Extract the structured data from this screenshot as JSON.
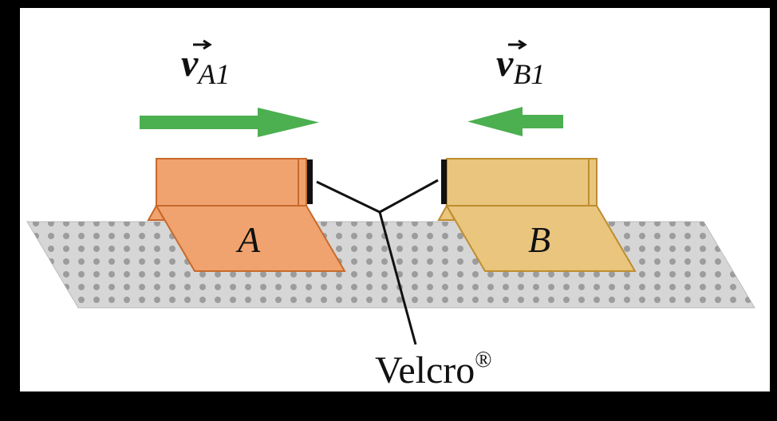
{
  "vectors": {
    "a": {
      "symbol": "v",
      "subscript": "A1"
    },
    "b": {
      "symbol": "v",
      "subscript": "B1"
    }
  },
  "carts": {
    "a": {
      "label": "A"
    },
    "b": {
      "label": "B"
    }
  },
  "callout": {
    "label": "Velcro",
    "mark": "®"
  },
  "colors": {
    "arrow": "#4caf50",
    "cart_a": "#f0a36e",
    "cart_a_edge": "#c76a2c",
    "cart_b": "#e9c57e",
    "cart_b_edge": "#bf8d2e",
    "track": "#d6d6d6",
    "track_dot": "#9c9c9c",
    "panel": "#ffffff",
    "background": "#000000"
  }
}
